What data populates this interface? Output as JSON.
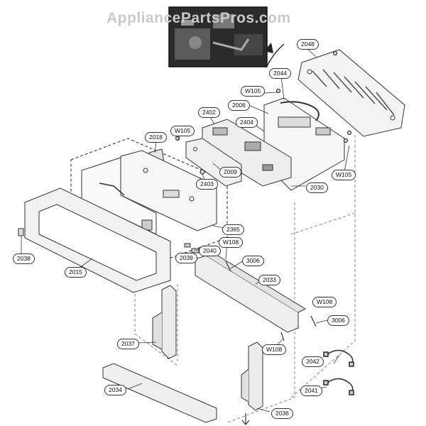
{
  "watermark": "AppliancePartsPros.com",
  "labels": {
    "p2048": "2048",
    "p2044": "2044",
    "pW105a": "W105",
    "p2006": "2006",
    "p2402": "2402",
    "p2404": "2404",
    "p2018": "2018",
    "pW105b": "W105",
    "p2009": "2009",
    "p2403": "2403",
    "pW105c": "W105",
    "p2030": "2030",
    "p2365": "2365",
    "pW108a": "W108",
    "p2040": "2040",
    "p2039": "2039",
    "p3006a": "3006",
    "p2038": "2038",
    "p2015": "2015",
    "p2033": "2033",
    "pW108b": "W108",
    "p3006b": "3006",
    "pW108c": "W108",
    "p2037": "2037",
    "p2042": "2042",
    "p2034": "2034",
    "p2041": "2041",
    "p2036": "2036"
  },
  "colors": {
    "line": "#444444",
    "dash": "#666666",
    "photo_bg": "#2f2f2f",
    "watermark": "#c9c9c9"
  }
}
